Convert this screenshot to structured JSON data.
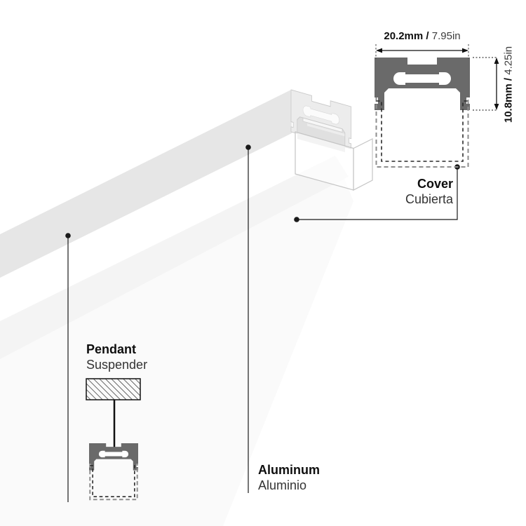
{
  "colors": {
    "profile": "#6a6a6a",
    "bar_face": "#e6e6e6",
    "cut_face": "#ececec",
    "interior": "#e0e0e0",
    "beam": "#f4f4f4",
    "beam_faint": "#fafafa",
    "line": "#1a1a1a",
    "edge": "#c9c9c9",
    "dash_outer": "#8e8e8e",
    "dash_inner": "#2a2a2a"
  },
  "dimensions": {
    "width": {
      "metric": "20.2mm /",
      "imperial": "7.95in"
    },
    "height": {
      "metric": "10.8mm /",
      "imperial": "4.25in"
    }
  },
  "labels": {
    "cover": {
      "en": "Cover",
      "es": "Cubierta"
    },
    "pendant": {
      "en": "Pendant",
      "es": "Suspender"
    },
    "aluminum": {
      "en": "Aluminum",
      "es": "Aluminio"
    }
  }
}
